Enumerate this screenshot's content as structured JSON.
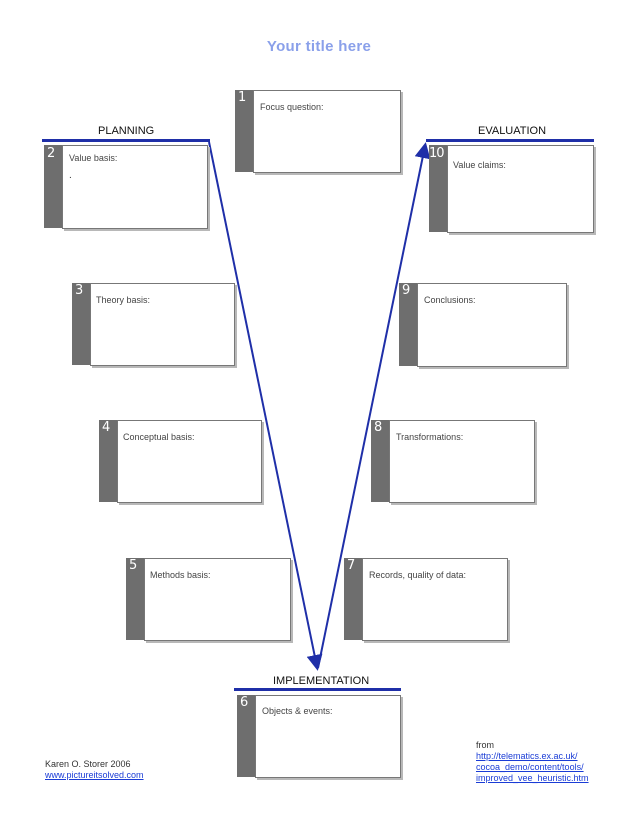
{
  "title": "Your title here",
  "headings": {
    "planning": "PLANNING",
    "evaluation": "EVALUATION",
    "implementation": "IMPLEMENTATION"
  },
  "boxes": [
    {
      "number": "1",
      "label": "Focus question:"
    },
    {
      "number": "2",
      "label": "Value basis:",
      "extra": "."
    },
    {
      "number": "3",
      "label": "Theory basis:"
    },
    {
      "number": "4",
      "label": "Conceptual basis:"
    },
    {
      "number": "5",
      "label": "Methods basis:"
    },
    {
      "number": "6",
      "label": "Objects & events:"
    },
    {
      "number": "7",
      "label": "Records, quality of data:"
    },
    {
      "number": "8",
      "label": "Transformations:"
    },
    {
      "number": "9",
      "label": "Conclusions:"
    },
    {
      "number": "10",
      "label": "Value claims:"
    }
  ],
  "footer": {
    "author": "Karen O. Storer 2006",
    "author_link": "www.pictureitsolved.com",
    "from_label": "from",
    "source_link_1": "http://telematics.ex.ac.uk/",
    "source_link_2": "cocoa_demo/content/tools/",
    "source_link_3": "improved_vee_heuristic.htm"
  },
  "colors": {
    "title": "#8aa0ea",
    "arrow": "#1f2fa8",
    "tab": "#6e6e6e",
    "link": "#1a3cd6"
  }
}
